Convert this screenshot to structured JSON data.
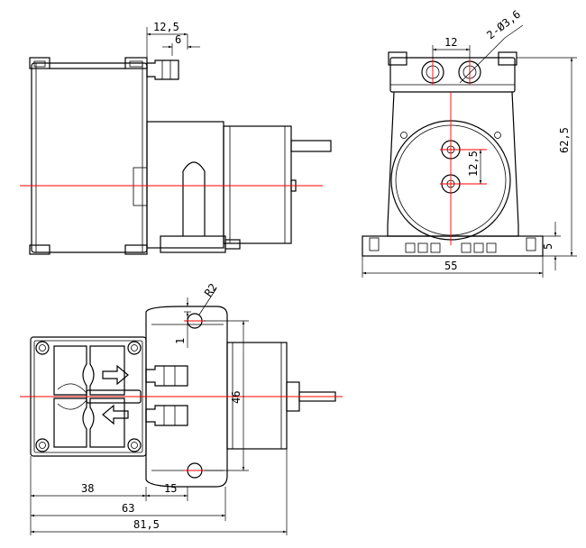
{
  "colors": {
    "line": "#000000",
    "centerline": "#ff0000",
    "background": "#ffffff"
  },
  "dimensions": {
    "side_view": {
      "inlet_total": "12,5",
      "inlet_barb": "6"
    },
    "front_view": {
      "hole_spacing": "12",
      "hole_callout": "2-Ø3,6",
      "shaft_offset": "12,5",
      "height": "62,5",
      "foot_height": "5",
      "width": "55"
    },
    "top_view": {
      "radius": "R2",
      "lip": "1",
      "mount_spacing": "46",
      "d_38": "38",
      "d_15": "15",
      "d_63": "63",
      "d_81_5": "81,5"
    }
  }
}
